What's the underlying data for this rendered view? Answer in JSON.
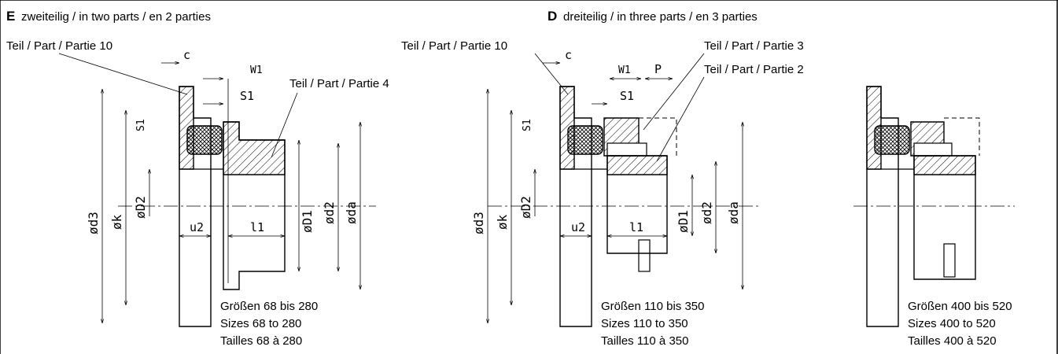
{
  "sections": [
    {
      "key": "E",
      "letter": "E",
      "title": "zweiteilig / in two parts / en 2 parties",
      "part_labels": [
        "Teil / Part / Partie 10",
        "Teil / Part / Partie 4"
      ],
      "dimension_labels": [
        "c",
        "W1",
        "S1",
        "S1",
        "ød3",
        "øk",
        "øD2",
        "u2",
        "l1",
        "øD1",
        "ød2",
        "øda"
      ],
      "sizes": [
        "Größen 68 bis 280",
        "Sizes 68 to 280",
        "Tailles 68 à 280"
      ]
    },
    {
      "key": "D",
      "letter": "D",
      "title": "dreiteilig / in three parts / en 3 parties",
      "part_labels": [
        "Teil / Part / Partie 10",
        "Teil / Part / Partie 3",
        "Teil / Part / Partie 2"
      ],
      "dimension_labels": [
        "c",
        "W1",
        "P",
        "S1",
        "S1",
        "ød3",
        "øk",
        "øD2",
        "u2",
        "l1",
        "øD1",
        "ød2",
        "øda"
      ],
      "sizes": [
        "Größen 110 bis 350",
        "Sizes 110 to 350",
        "Tailles 110 à 350"
      ]
    },
    {
      "key": "large",
      "sizes": [
        "Größen 400 bis 520",
        "Sizes 400 to 520",
        "Tailles 400 à 520"
      ]
    }
  ]
}
